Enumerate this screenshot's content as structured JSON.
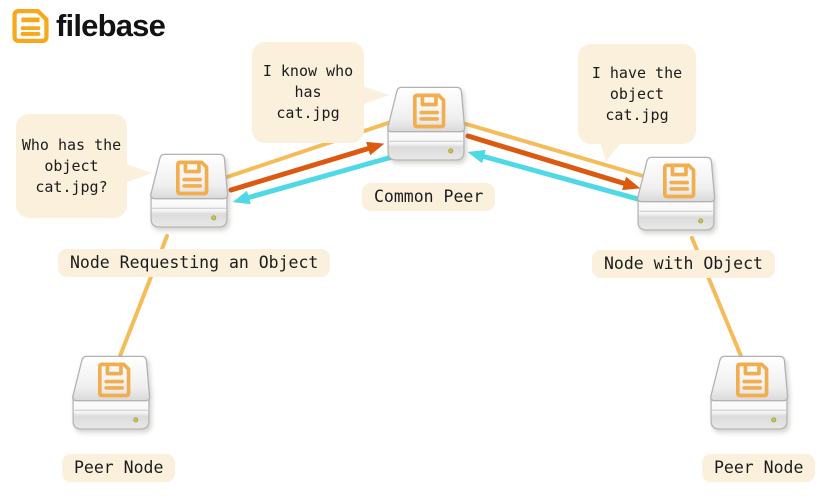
{
  "logo": {
    "brand": "filebase"
  },
  "diagram": {
    "bubbles": {
      "who_has": {
        "lines": [
          "Who has the",
          "object",
          "cat.jpg?"
        ]
      },
      "i_know": {
        "lines": [
          "I know who",
          "has",
          "cat.jpg"
        ]
      },
      "i_have": {
        "lines": [
          "I have the",
          "object",
          "cat.jpg"
        ]
      }
    },
    "labels": {
      "requesting_node": "Node Requesting an Object",
      "common_peer": "Common Peer",
      "node_with_object": "Node with Object",
      "peer_node_left": "Peer Node",
      "peer_node_right": "Peer Node"
    },
    "icons": {
      "logo": "floppy-disk-icon",
      "node": "hard-drive-icon"
    },
    "colors": {
      "request_arrow": "#DC5A10",
      "response_arrow": "#4FD9E6",
      "peer_link": "#F5BC59",
      "bubble_bg": "#FAF0DC",
      "drive_icon": "#F2AE4E",
      "logo_orange": "#F7A81B"
    }
  }
}
